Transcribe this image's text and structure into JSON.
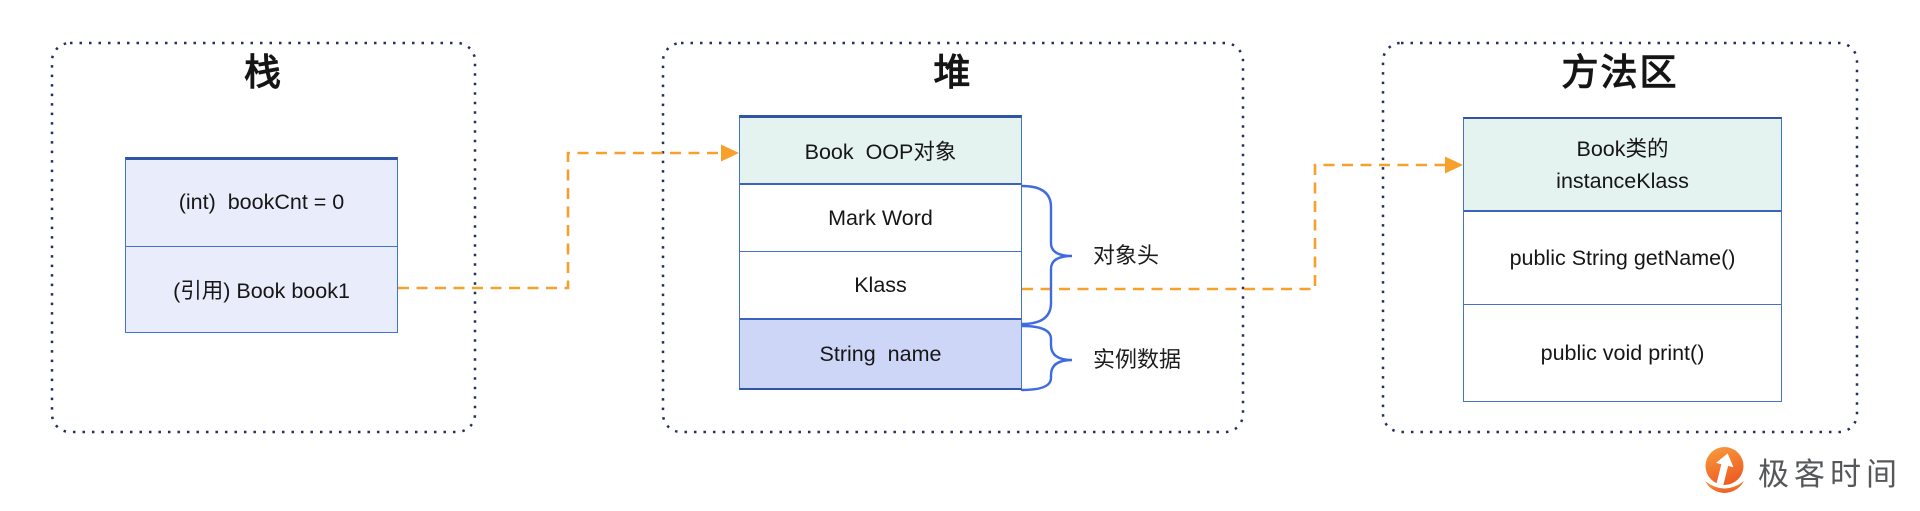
{
  "regions": {
    "stack": {
      "title": "栈",
      "frame": {
        "rows": [
          "(int)  bookCnt = 0",
          "(引用) Book book1"
        ]
      }
    },
    "heap": {
      "title": "堆",
      "object_box": {
        "rows": [
          "Book  OOP对象",
          "Mark Word",
          "Klass",
          "String  name"
        ]
      },
      "annotations": [
        "对象头",
        "实例数据"
      ]
    },
    "method_area": {
      "title": "方法区",
      "class_box": {
        "header_line1": "Book类的",
        "header_line2": "instanceKlass",
        "rows": [
          "public String getName()",
          "public void print()"
        ]
      }
    }
  },
  "watermark": {
    "brand": "极客时间"
  },
  "colors": {
    "box_border_blue": "#4472C4",
    "box_border_accent": "#2F55A4",
    "container_dotted_navy": "#232F5F",
    "arrow_orange": "#F6A12C",
    "brace_blue": "#3E6BE0",
    "cell_lavender": "#E9EDFB",
    "cell_mint": "#E4F2F0",
    "cell_periwinkle": "#CDD6F7",
    "logo_orange": "#F06A2A",
    "logo_text_gray": "#56575B",
    "text_dark": "#161616"
  }
}
